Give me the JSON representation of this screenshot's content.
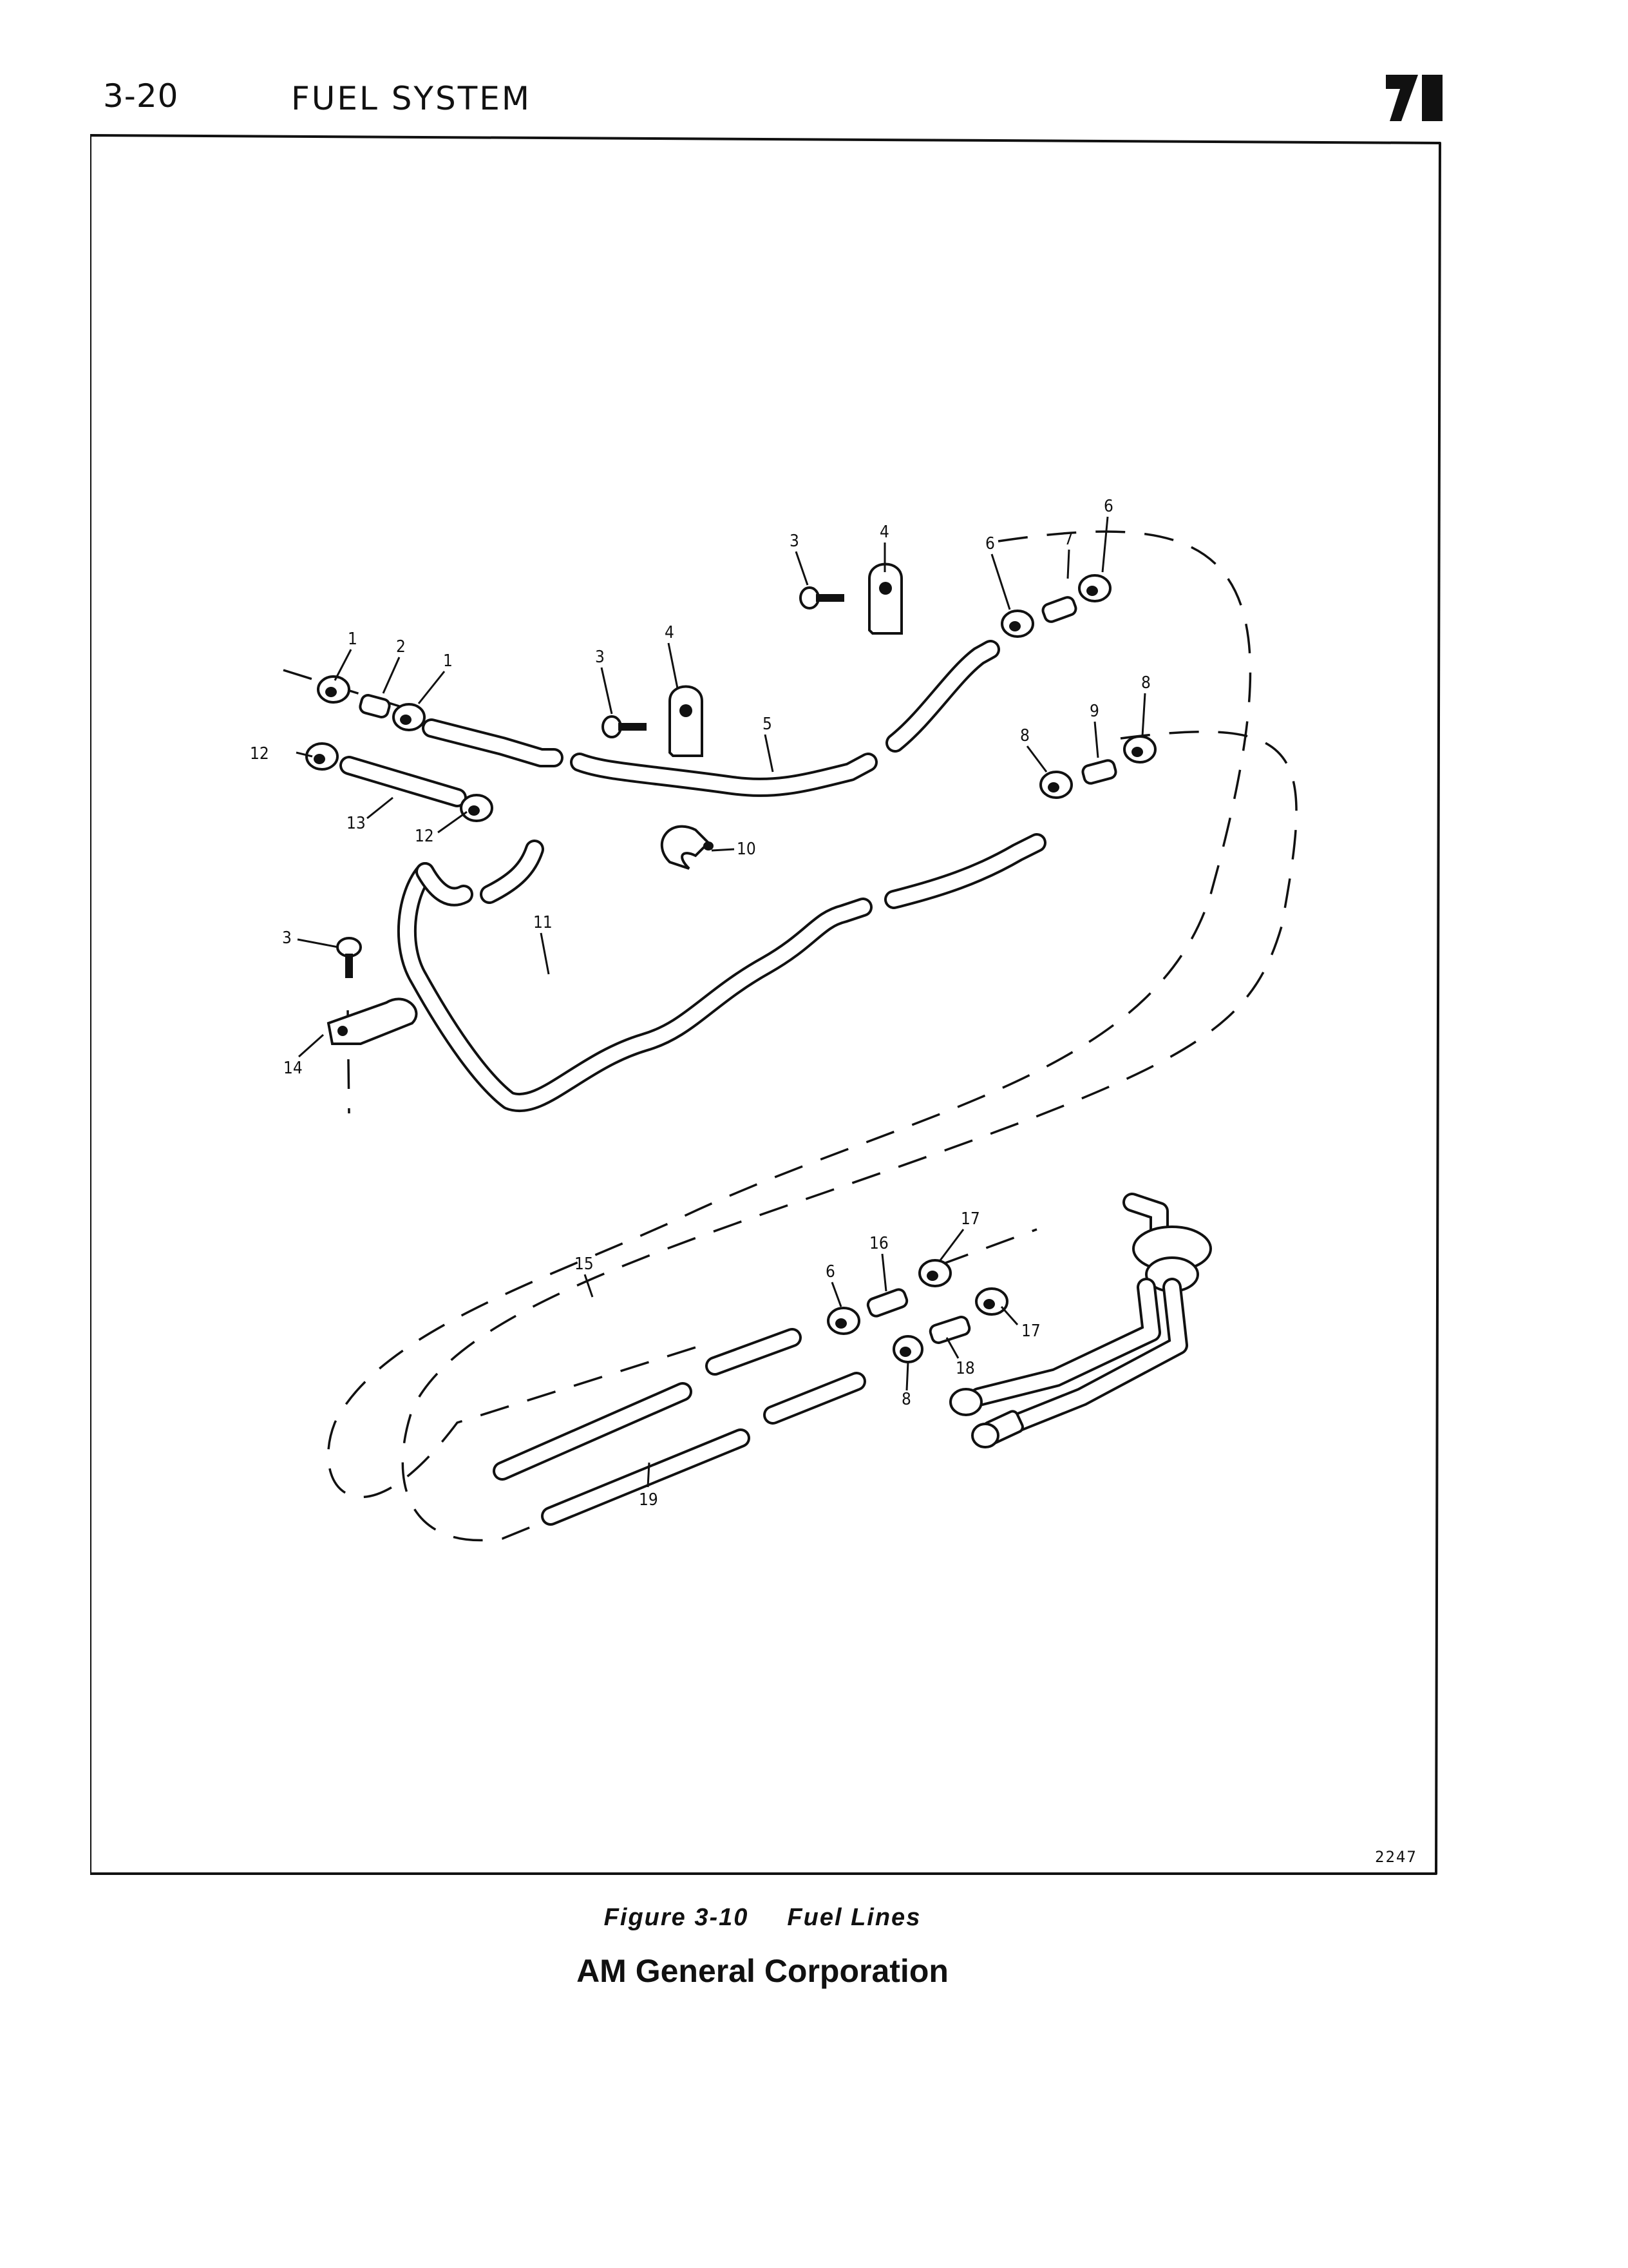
{
  "header": {
    "page_number": "3-20",
    "section_title": "FUEL SYSTEM"
  },
  "figure": {
    "drawing_number": "2247",
    "callouts": {
      "c1a": "1",
      "c2": "2",
      "c1b": "1",
      "c3a": "3",
      "c4a": "4",
      "c3b": "3",
      "c4b": "4",
      "c5": "5",
      "c6a": "6",
      "c7": "7",
      "c6b": "6",
      "c8a": "8",
      "c9": "9",
      "c8b": "8",
      "c10": "10",
      "c11": "11",
      "c12a": "12",
      "c13": "13",
      "c12b": "12",
      "c3c": "3",
      "c14": "14",
      "c15": "15",
      "c6c": "6",
      "c16": "16",
      "c17a": "17",
      "c17b": "17",
      "c18": "18",
      "c8c": "8",
      "c19": "19"
    }
  },
  "caption": {
    "figure_label": "Figure 3-10",
    "figure_title": "Fuel Lines"
  },
  "footer": {
    "company": "AM General Corporation"
  }
}
